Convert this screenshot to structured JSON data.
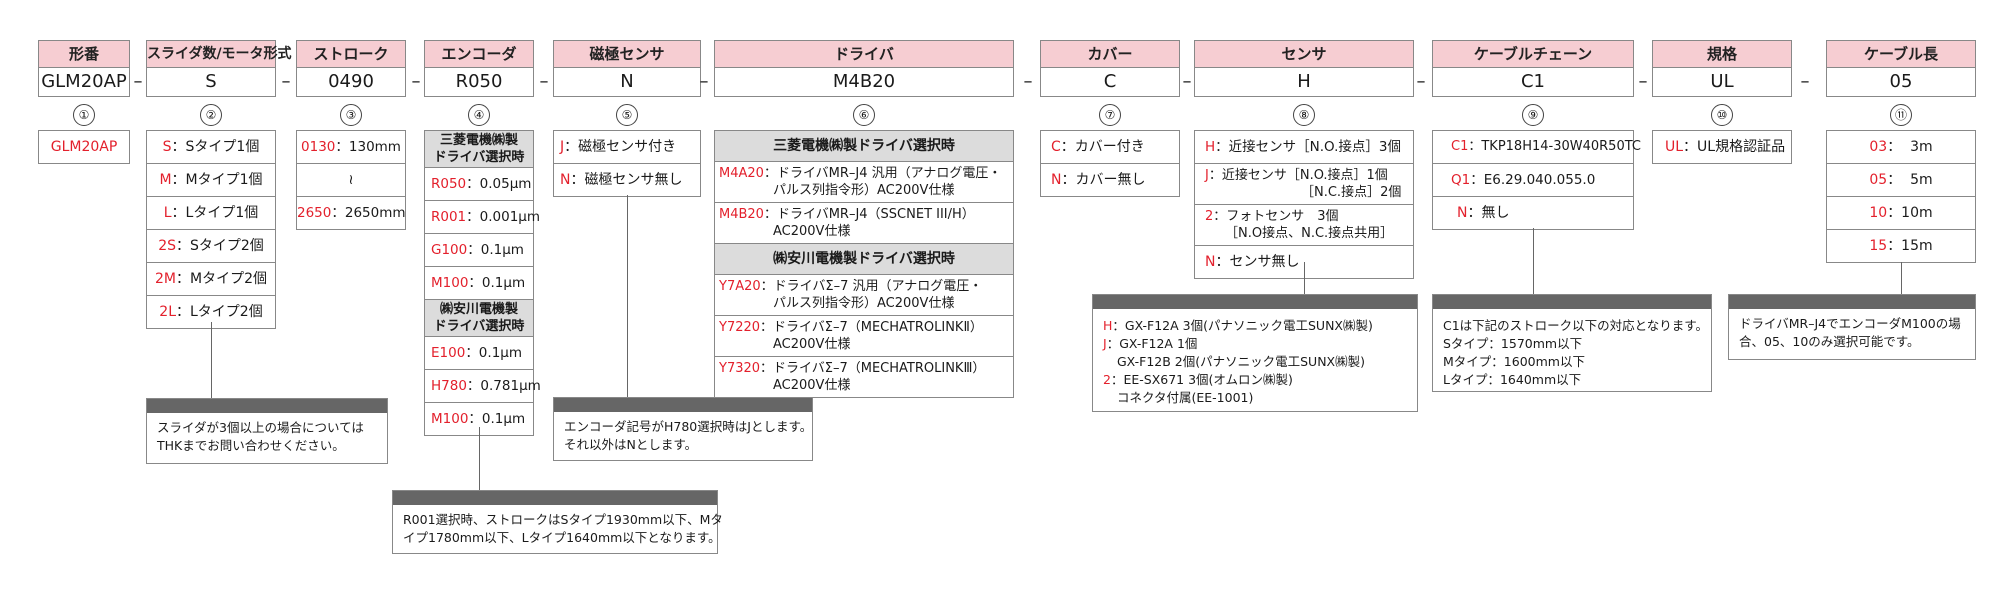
{
  "columns": [
    {
      "header": "形番",
      "value": "GLM20AP",
      "num": "①"
    },
    {
      "header": "スライダ数/モータ形式",
      "value": "S",
      "num": "②"
    },
    {
      "header": "ストローク",
      "value": "0490",
      "num": "③"
    },
    {
      "header": "エンコーダ",
      "value": "R050",
      "num": "④"
    },
    {
      "header": "磁極センサ",
      "value": "N",
      "num": "⑤"
    },
    {
      "header": "ドライバ",
      "value": "M4B20",
      "num": "⑥"
    },
    {
      "header": "カバー",
      "value": "C",
      "num": "⑦"
    },
    {
      "header": "センサ",
      "value": "H",
      "num": "⑧"
    },
    {
      "header": "ケーブルチェーン",
      "value": "C1",
      "num": "⑨"
    },
    {
      "header": "規格",
      "value": "UL",
      "num": "⑩"
    },
    {
      "header": "ケーブル長",
      "value": "05",
      "num": "⑪"
    }
  ],
  "dash": "–",
  "model": {
    "code": "GLM20AP"
  },
  "slider": {
    "options": [
      {
        "code": "S",
        "desc": "：Sタイプ1個"
      },
      {
        "code": "M",
        "desc": "：Mタイプ1個"
      },
      {
        "code": "L",
        "desc": "：Lタイプ1個"
      },
      {
        "code": "2S",
        "desc": "：Sタイプ2個"
      },
      {
        "code": "2M",
        "desc": "：Mタイプ2個"
      },
      {
        "code": "2L",
        "desc": "：Lタイプ2個"
      }
    ],
    "note": [
      "スライダが3個以上の場合については",
      "THKまでお問い合わせください。"
    ]
  },
  "stroke": {
    "min_code": "0130",
    "min_desc": "：130mm",
    "tilde": "≀",
    "max_code": "2650",
    "max_desc": "：2650mm"
  },
  "encoder": {
    "group1_title": [
      "三菱電機㈱製",
      "ドライバ選択時"
    ],
    "group1": [
      {
        "code": "R050",
        "desc": "：0.05μm"
      },
      {
        "code": "R001",
        "desc": "：0.001μm"
      },
      {
        "code": "G100",
        "desc": "：0.1μm"
      },
      {
        "code": "M100",
        "desc": "：0.1μm"
      }
    ],
    "group2_title": [
      "㈱安川電機製",
      "ドライバ選択時"
    ],
    "group2": [
      {
        "code": "E100",
        "desc": "：0.1μm"
      },
      {
        "code": "H780",
        "desc": "：0.781μm"
      },
      {
        "code": "M100",
        "desc": "：0.1μm"
      }
    ],
    "note": [
      "R001選択時、ストロークはSタイプ1930mm以下、Mタ",
      "イプ1780mm以下、Lタイプ1640mm以下となります。"
    ]
  },
  "magnetic": {
    "options": [
      {
        "code": "J",
        "desc": "：磁極センサ付き"
      },
      {
        "code": "N",
        "desc": "：磁極センサ無し"
      }
    ],
    "note": [
      "エンコーダ記号がH780選択時はJとします。",
      "それ以外はNとします。"
    ]
  },
  "driver": {
    "group1_title": "三菱電機㈱製ドライバ選択時",
    "group1": [
      {
        "code": "M4A20",
        "line1": "：ドライバMR–J4 汎用（アナログ電圧・",
        "line2": "パルス列指令形）AC200V仕様"
      },
      {
        "code": "M4B20",
        "line1": "：ドライバMR–J4（SSCNET III/H）",
        "line2": "AC200V仕様"
      }
    ],
    "group2_title": "㈱安川電機製ドライバ選択時",
    "group2": [
      {
        "code": "Y7A20",
        "line1": "：ドライバΣ–7 汎用（アナログ電圧・",
        "line2": "パルス列指令形）AC200V仕様"
      },
      {
        "code": "Y7220",
        "line1": "：ドライバΣ–7（MECHATROLINKⅡ）",
        "line2": "AC200V仕様"
      },
      {
        "code": "Y7320",
        "line1": "：ドライバΣ–7（MECHATROLINKⅢ）",
        "line2": "AC200V仕様"
      }
    ]
  },
  "cover": {
    "options": [
      {
        "code": "C",
        "desc": "：カバー付き"
      },
      {
        "code": "N",
        "desc": "：カバー無し"
      }
    ]
  },
  "sensor": {
    "opt_h": {
      "code": "H",
      "desc": "：近接センサ［N.O.接点］3個"
    },
    "opt_j": {
      "code": "J",
      "line1": "：近接センサ［N.O.接点］1個",
      "line2": "［N.C.接点］2個"
    },
    "opt_2": {
      "code": "2",
      "line1": "：フォトセンサ　3個",
      "line2": "［N.O接点、N.C.接点共用］"
    },
    "opt_n": {
      "code": "N",
      "desc": "：センサ無し"
    },
    "note": [
      {
        "code": "H",
        "text": "：GX-F12A 3個(パナソニック電工SUNX㈱製)"
      },
      {
        "code": "J",
        "text": "：GX-F12A 1個"
      },
      {
        "code": "",
        "text": "GX-F12B 2個(パナソニック電工SUNX㈱製)"
      },
      {
        "code": "2",
        "text": "：EE-SX671 3個(オムロン㈱製)"
      },
      {
        "code": "",
        "text": "コネクタ付属(EE-1001)"
      }
    ]
  },
  "cable_chain": {
    "options": [
      {
        "code": "C1",
        "desc": "：TKP18H14-30W40R50TC"
      },
      {
        "code": "Q1",
        "desc": "：E6.29.040.055.0"
      },
      {
        "code": "N",
        "desc": "：無し"
      }
    ],
    "note": [
      "C1は下記のストローク以下の対応となります。",
      "Sタイプ：1570mm以下",
      "Mタイプ：1600mm以下",
      "Lタイプ：1640mm以下"
    ]
  },
  "standard": {
    "options": [
      {
        "code": "UL",
        "desc": "：UL規格認証品"
      }
    ]
  },
  "cable_length": {
    "options": [
      {
        "code": "03",
        "desc": "：  3m"
      },
      {
        "code": "05",
        "desc": "：  5m"
      },
      {
        "code": "10",
        "desc": "：10m"
      },
      {
        "code": "15",
        "desc": "：15m"
      }
    ],
    "note": [
      "ドライバMR–J4でエンコーダM100の場",
      "合、05、10のみ選択可能です。"
    ]
  }
}
